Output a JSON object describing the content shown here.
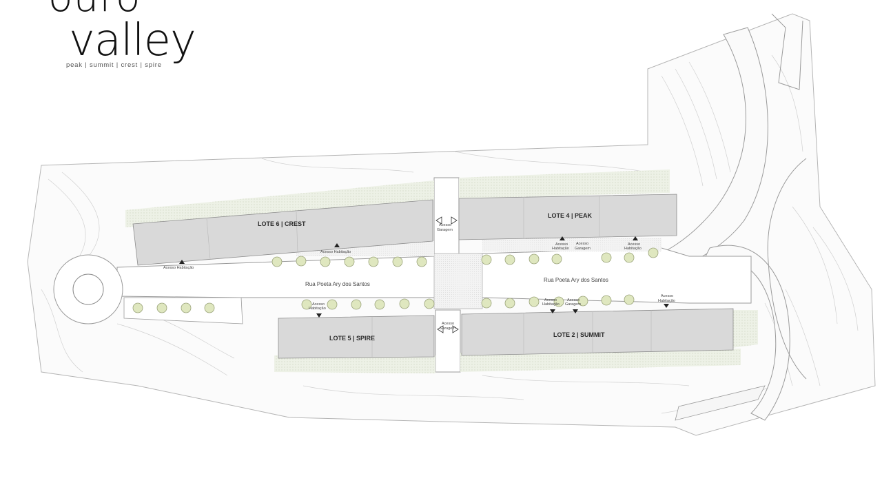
{
  "brand": {
    "word_top": "ouro",
    "word_main": "valley",
    "tagline": "peak | summit | crest | spire"
  },
  "lots": {
    "lote6": "LOTE 6 | CREST",
    "lote4": "LOTE 4 | PEAK",
    "lote5": "LOTE 5 | SPIRE",
    "lote2": "LOTE 2 | SUMMIT"
  },
  "streets": {
    "west": "Rua Poeta Ary dos Santos",
    "east": "Rua Poeta Ary dos Santos"
  },
  "access": {
    "acesso": "Acesso",
    "habitacao": "Habitação",
    "garagem": "Garagem",
    "acesso_habitacao": "Acesso Habitação"
  },
  "colors": {
    "building": "#d9d9d9",
    "green_strip": "#e8ede0",
    "tree": "#dfe7bf",
    "line": "#9a9a9a",
    "text": "#2b2b2b"
  }
}
